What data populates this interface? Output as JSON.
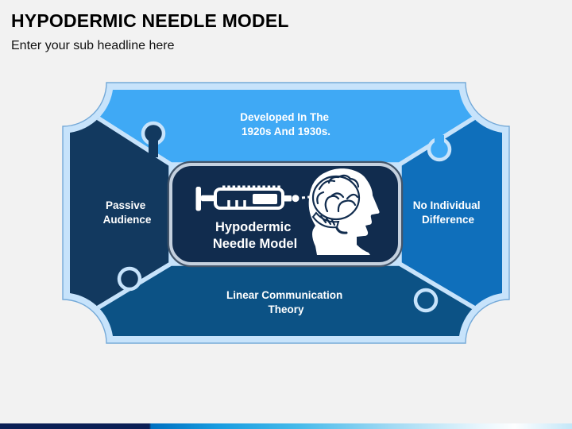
{
  "header": {
    "title": "HYPODERMIC NEEDLE MODEL",
    "subtitle": "Enter your sub headline here"
  },
  "diagram": {
    "frame": {
      "fill": "#C7E3FB",
      "outline": "#74A9D8"
    },
    "pieces": {
      "top": {
        "line1": "Developed In The",
        "line2": "1920s And 1930s.",
        "color": "#3FA9F5"
      },
      "left": {
        "line1": "Passive",
        "line2": "Audience",
        "color": "#12395F"
      },
      "right": {
        "line1": "No Individual",
        "line2": "Difference",
        "color": "#0F6FBB"
      },
      "bottom": {
        "line1": "Linear Communication",
        "line2": "Theory",
        "color": "#0C5285"
      }
    },
    "center": {
      "line1": "Hypodermic",
      "line2": "Needle Model",
      "fill": "#112C4E",
      "border": "#C5D1DF",
      "icon_color": "#FFFFFF",
      "icons": [
        "syringe-icon",
        "head-brain-icon"
      ]
    }
  },
  "footer": {
    "bar_navy": "#0B1F55",
    "bar_blue": "#189CE0",
    "bar_light": "#C4E7F8"
  }
}
